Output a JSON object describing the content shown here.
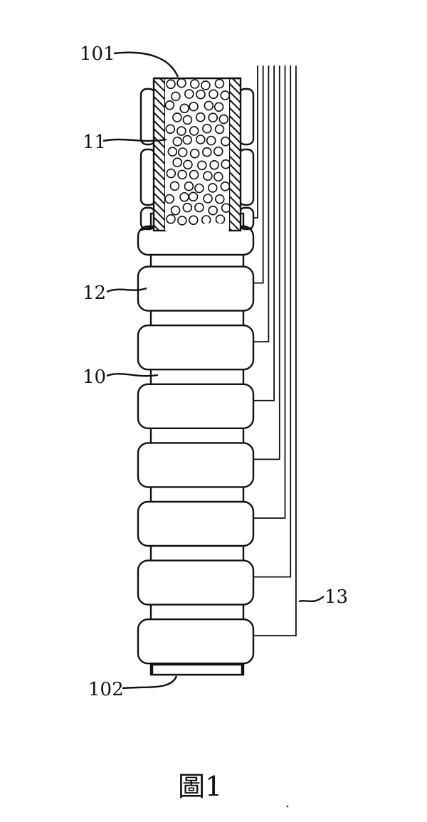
{
  "figure": {
    "caption": "圖1",
    "labels": {
      "top_end": "101",
      "granule_fill": "11",
      "sleeve": "12",
      "tube": "10",
      "wires": "13",
      "bottom_end": "102"
    }
  },
  "diagram": {
    "sleeve_count": 8,
    "lead_wire_count": 8
  }
}
